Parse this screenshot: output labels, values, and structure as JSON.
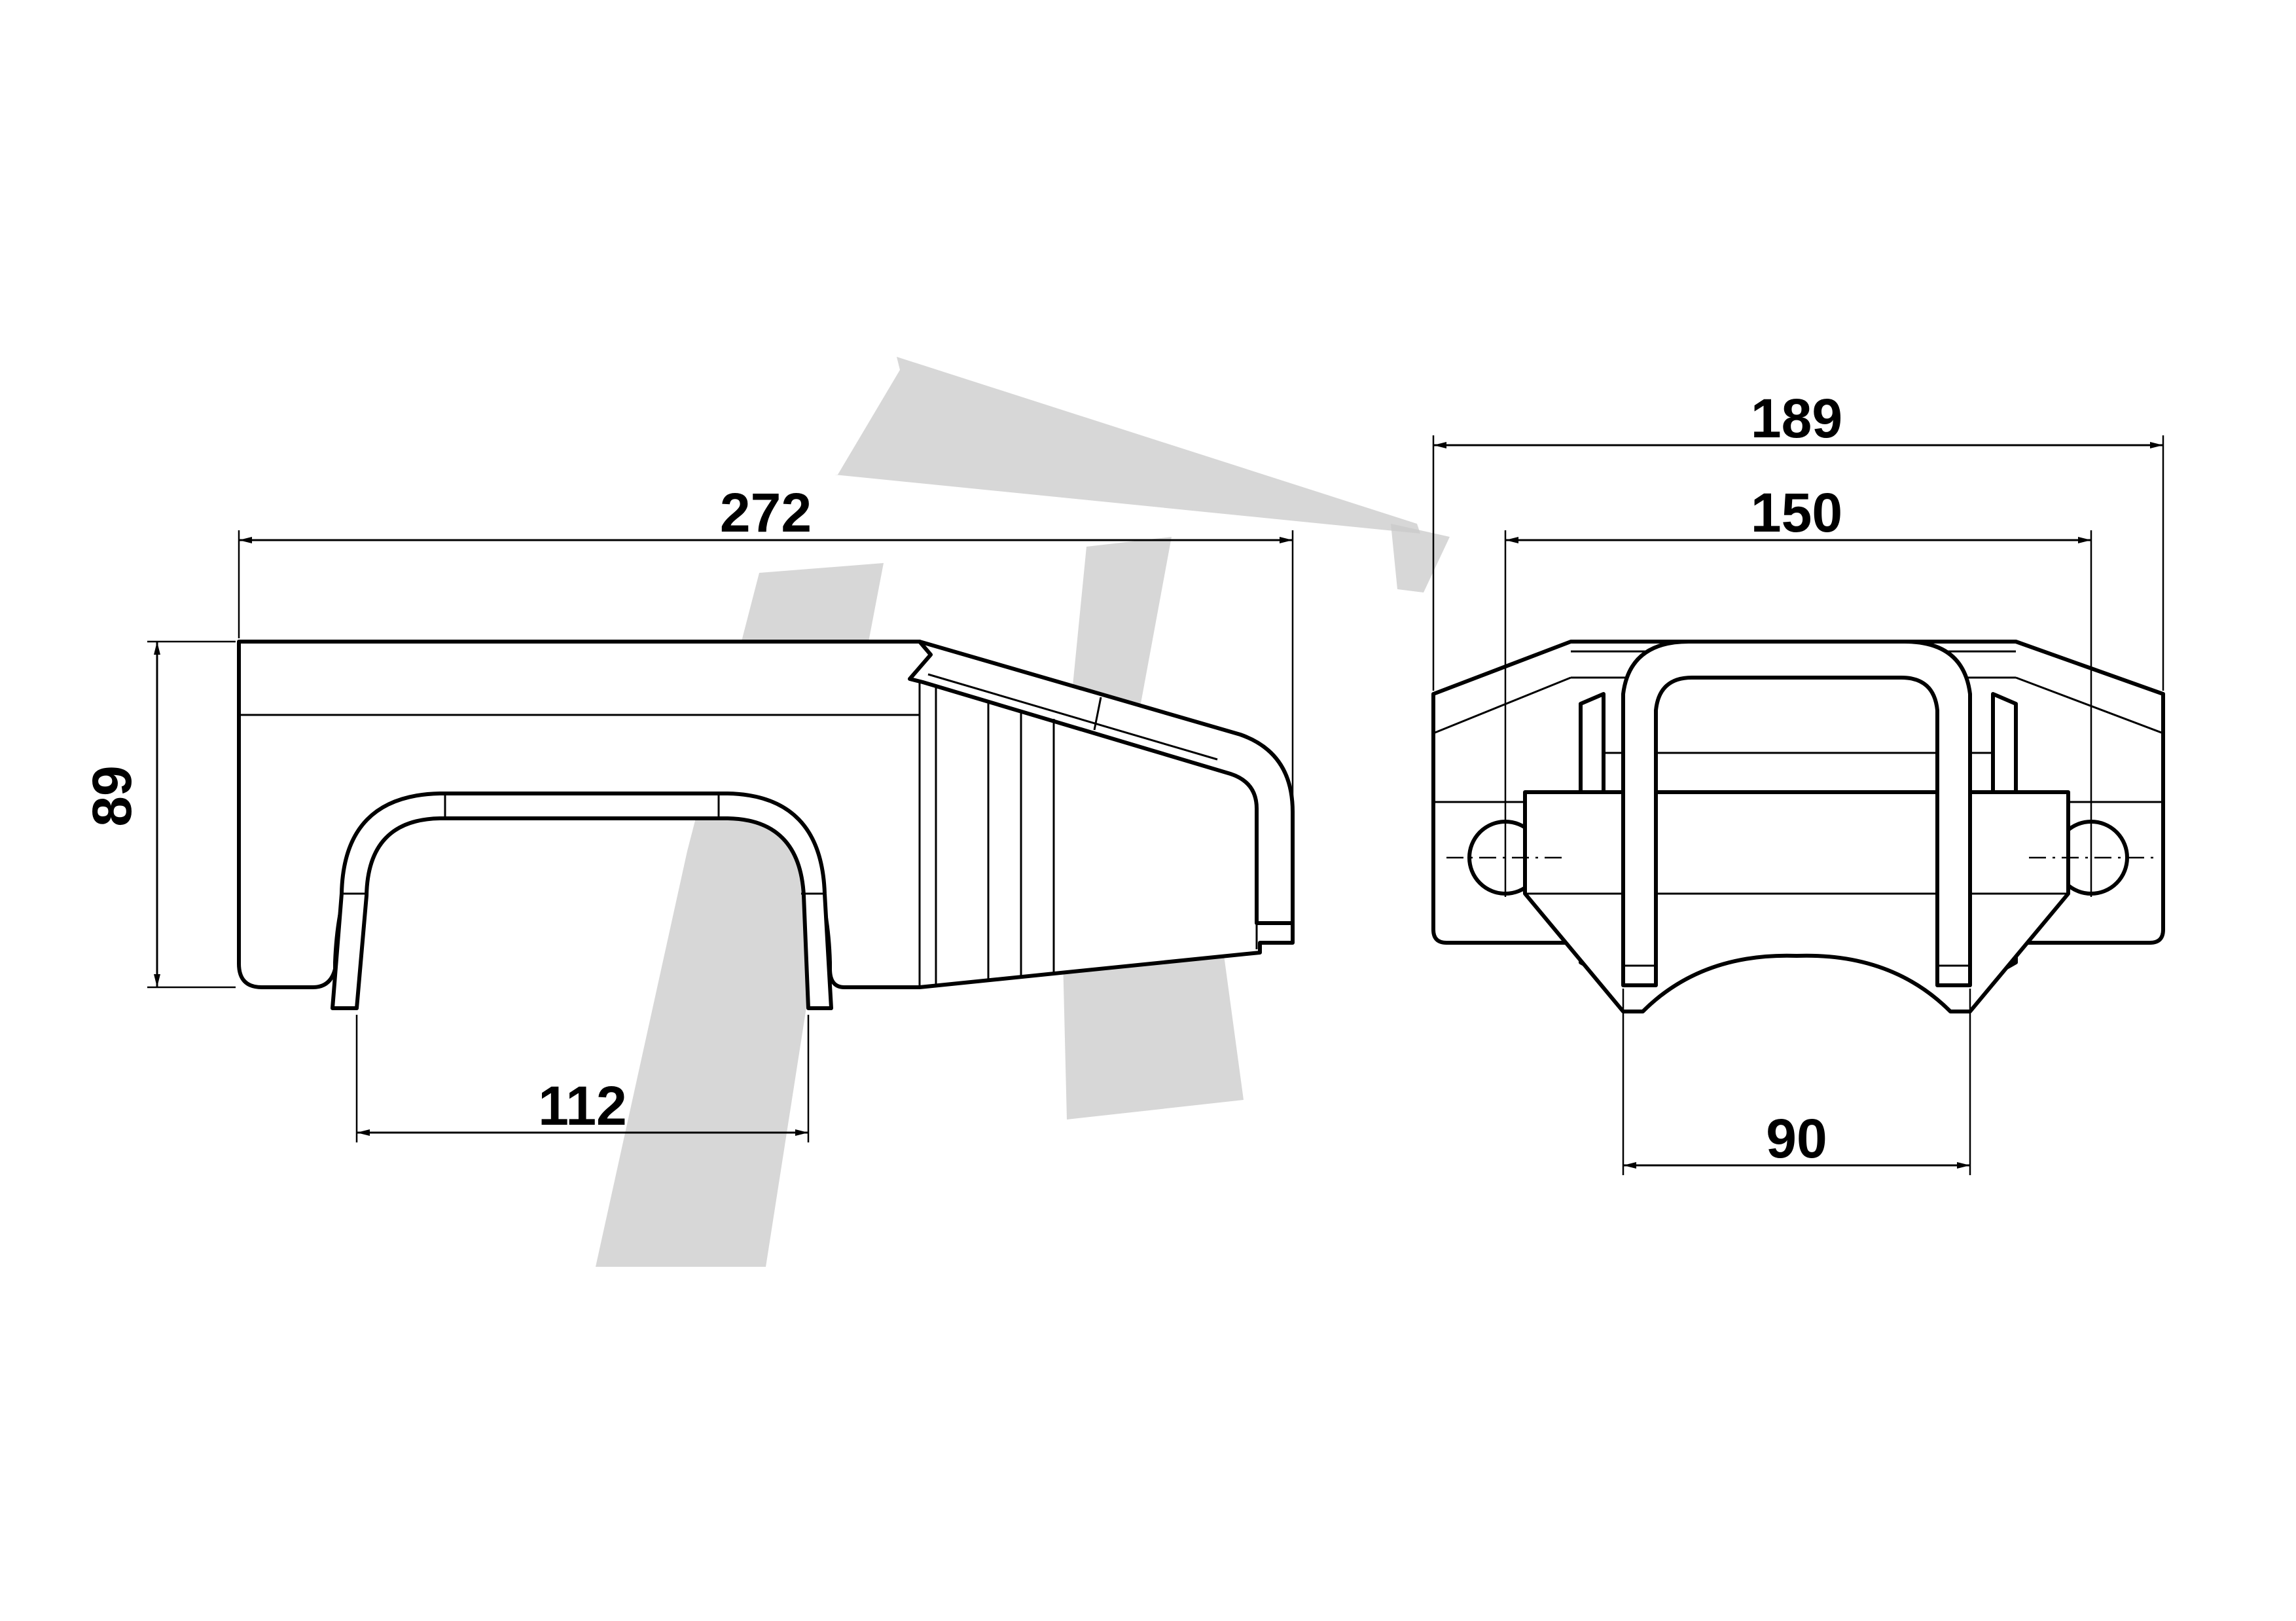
{
  "drawing": {
    "views": [
      {
        "name": "side-view",
        "dimensions": {
          "overall_length": "272",
          "height": "89",
          "bracket_width": "112"
        }
      },
      {
        "name": "end-view",
        "dimensions": {
          "overall_width": "189",
          "hole_spacing": "150",
          "bottom_width": "90"
        }
      }
    ],
    "watermark": "logo-watermark",
    "colors": {
      "line": "#000000",
      "background": "#ffffff",
      "watermark": "#c9c9c9"
    }
  }
}
